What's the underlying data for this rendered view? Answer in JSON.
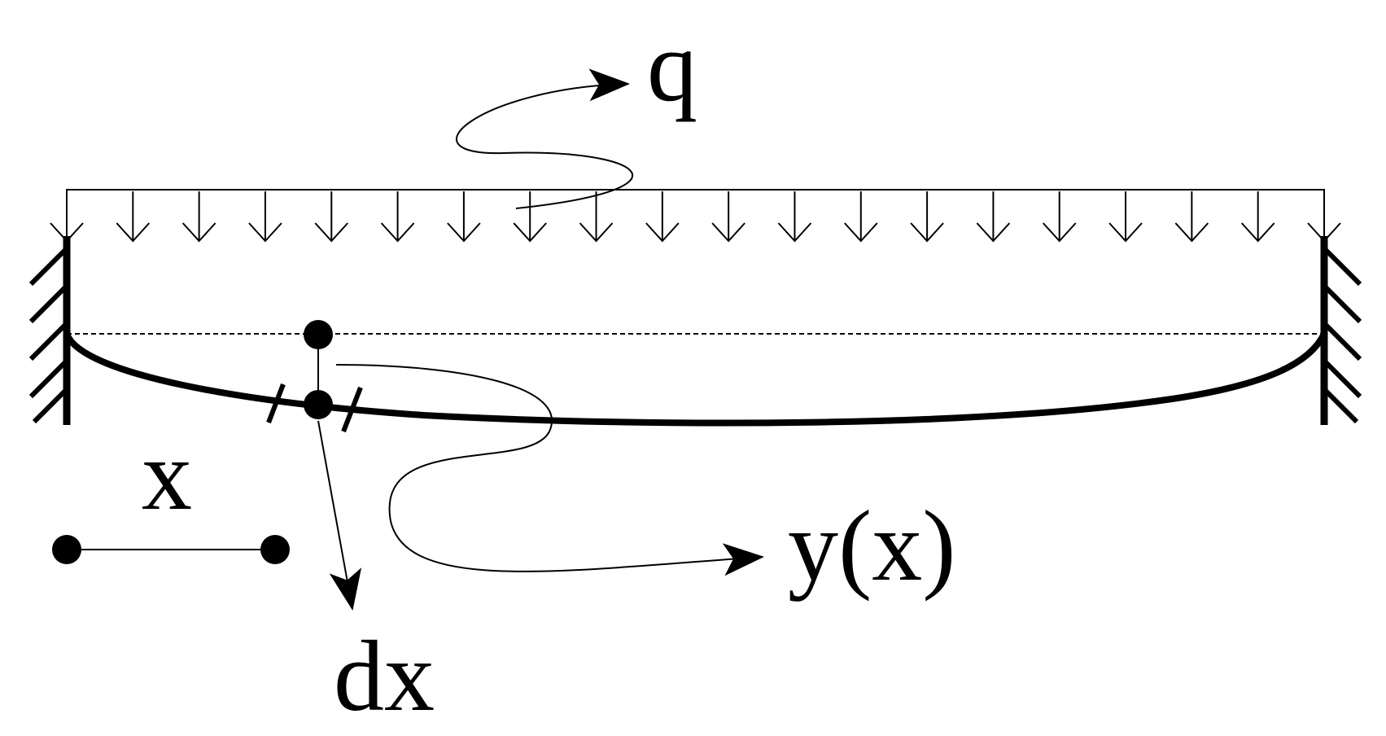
{
  "labels": {
    "load": "q",
    "deflection": "y(x)",
    "position": "x",
    "element": "dx"
  },
  "colors": {
    "ink": "#000000",
    "background": "#ffffff"
  }
}
